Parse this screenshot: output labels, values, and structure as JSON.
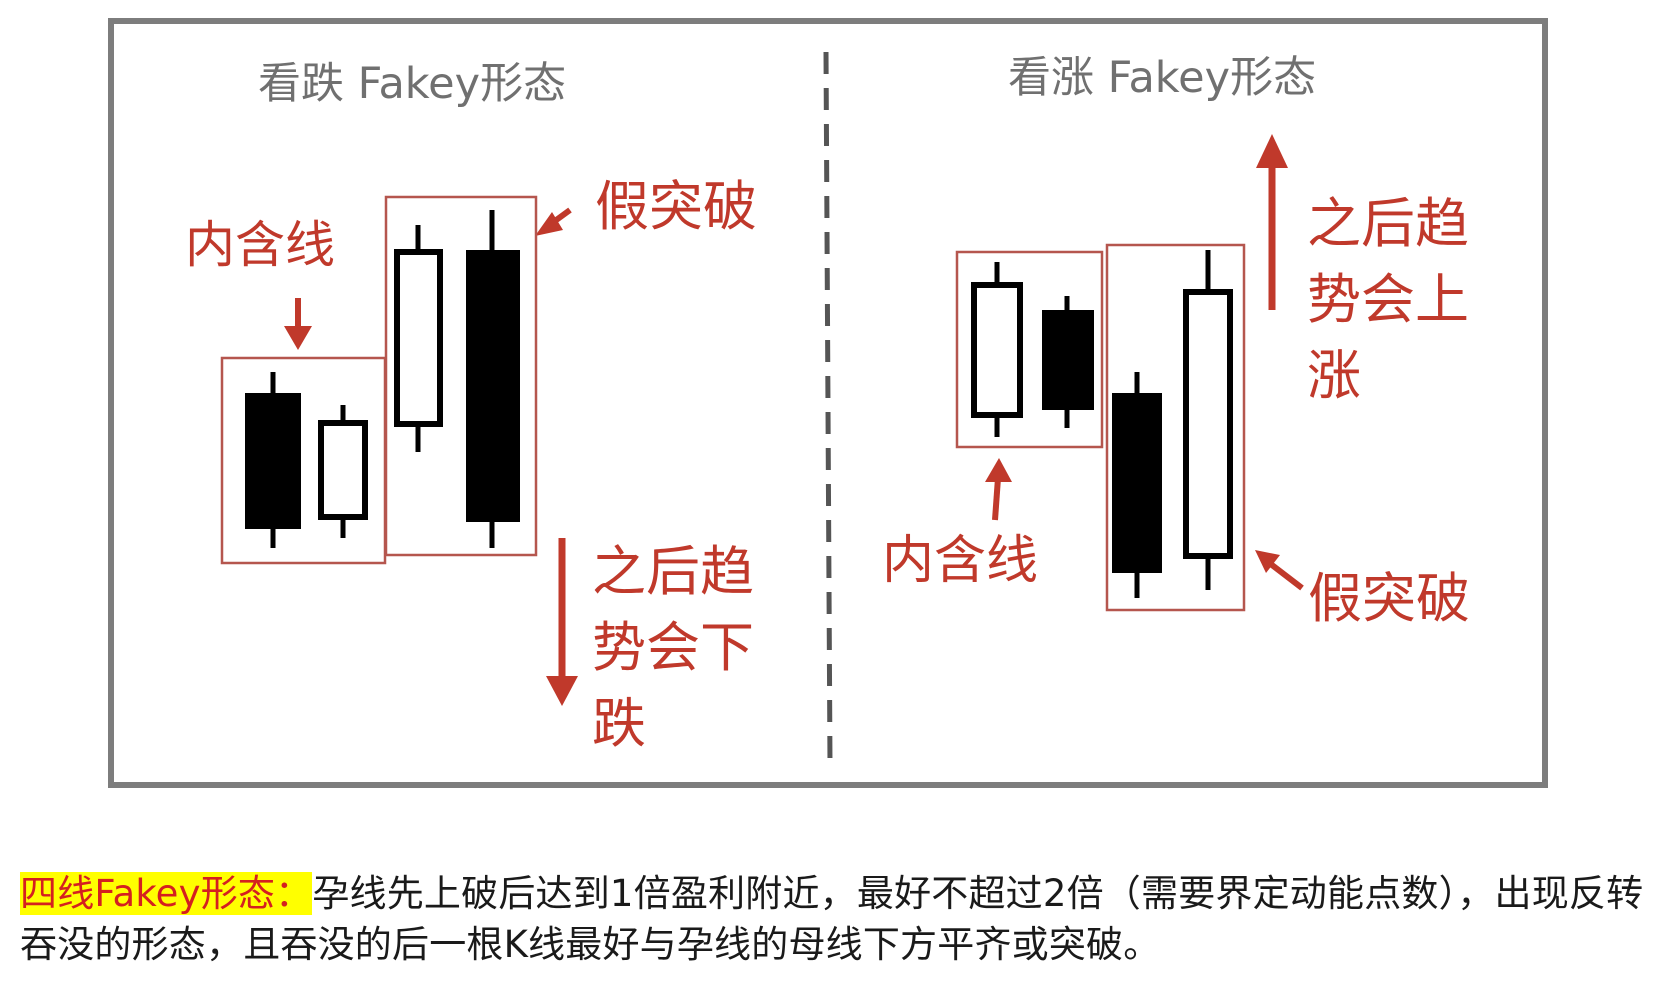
{
  "left_panel": {
    "title": "看跌 Fakey形态",
    "inside_bar_label": "内含线",
    "false_breakout_label": "假突破",
    "trend_label_lines": [
      "之后趋",
      "势会下",
      "跌"
    ]
  },
  "right_panel": {
    "title": "看涨 Fakey形态",
    "inside_bar_label": "内含线",
    "false_breakout_label": "假突破",
    "trend_label_lines": [
      "之后趋",
      "势会上",
      "涨"
    ]
  },
  "caption": {
    "highlight": "四线Fakey形态：",
    "text": "孕线先上破后达到1倍盈利附近，最好不超过2倍（需要界定动能点数），出现反转吞没的形态，且吞没的后一根K线最好与孕线的母线下方平齐或突破。"
  },
  "colors": {
    "annotation": "#c0392b",
    "title": "#707070",
    "frame": "#7d7d7d",
    "box": "#b5564e",
    "highlight_bg": "#ffff00",
    "highlight_text": "#d42020"
  }
}
